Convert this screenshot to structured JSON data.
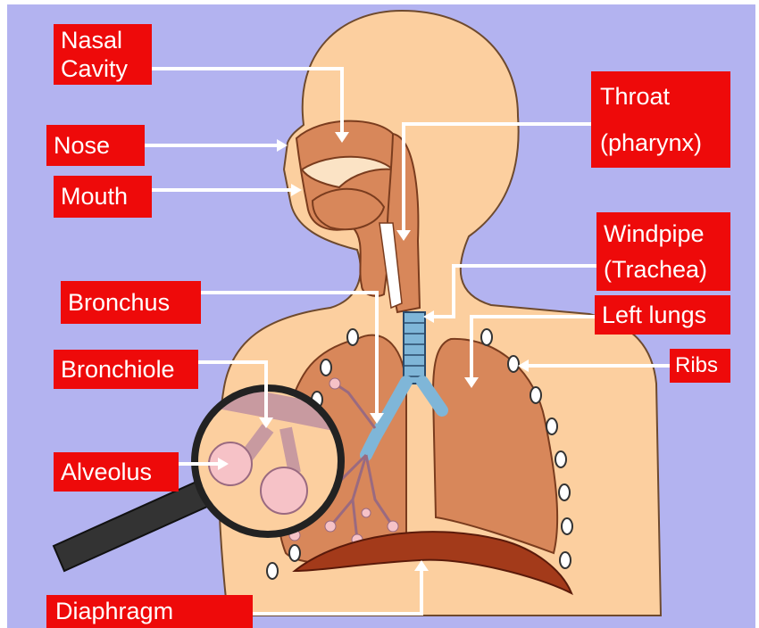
{
  "labels": {
    "nasal_cavity": [
      "Nasal",
      "Cavity"
    ],
    "nose": "Nose",
    "mouth": "Mouth",
    "throat": [
      "Throat",
      "(pharynx)"
    ],
    "windpipe": [
      "Windpipe",
      "(Trachea)"
    ],
    "left_lungs": "Left lungs",
    "ribs": "Ribs",
    "bronchus": "Bronchus",
    "bronchiole": "Bronchiole",
    "alveolus": "Alveolus",
    "diaphragm": "Diaphragm"
  },
  "colors": {
    "background": "#b3b3f0",
    "skin": "#fccf9f",
    "lung": "#d8875a",
    "label": "#ee0a0a",
    "trachea": "#7fb6d8",
    "diaphragm": "#a33a1a",
    "alveoli": "#f6c2c7"
  }
}
